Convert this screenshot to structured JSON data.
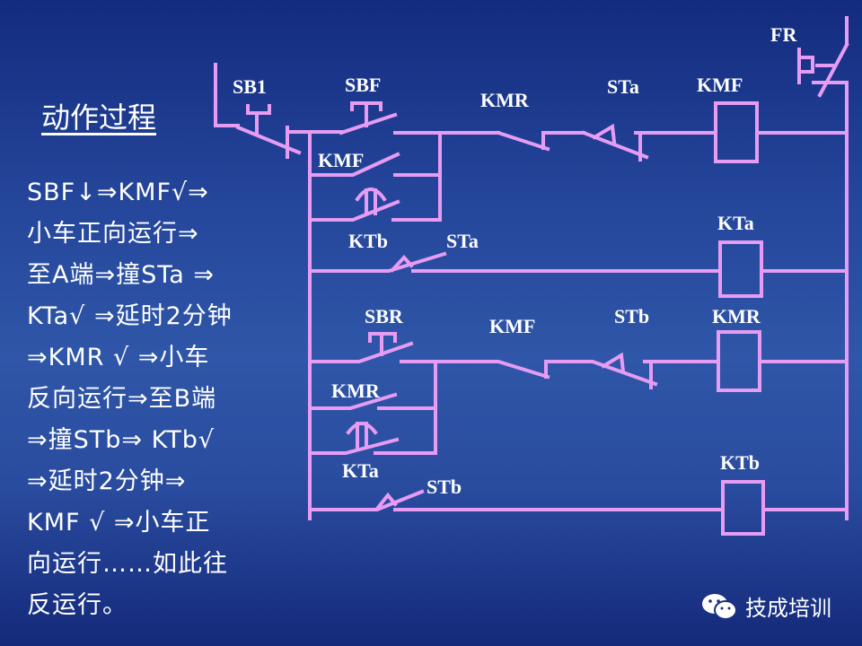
{
  "title": "动作过程",
  "steps": [
    "SBF↓⇒KMF√⇒",
    "小车正向运行⇒",
    "至A端⇒撞STa ⇒",
    "KTa√ ⇒延时2分钟",
    "⇒KMR √ ⇒小车",
    "反向运行⇒至B端",
    "⇒撞STb⇒ KTb√",
    "⇒延时2分钟⇒",
    "KMF √ ⇒小车正",
    "向运行……如此往",
    "反运行。"
  ],
  "labels": {
    "fr": "FR",
    "sb1": "SB1",
    "sbf": "SBF",
    "kmr_nc": "KMR",
    "sta_nc": "STa",
    "kmf_coil": "KMF",
    "kmf_hold": "KMF",
    "ktb_contact": "KTb",
    "sta_no": "STa",
    "kta_coil": "KTa",
    "sbr": "SBR",
    "kmf_nc": "KMF",
    "stb_nc": "STb",
    "kmr_coil": "KMR",
    "kmr_hold": "KMR",
    "kta_contact": "KTa",
    "stb_no": "STb",
    "ktb_coil": "KTb"
  },
  "watermark": "技成培训",
  "colors": {
    "wire": "#e79cf4",
    "text": "#ffffff"
  }
}
